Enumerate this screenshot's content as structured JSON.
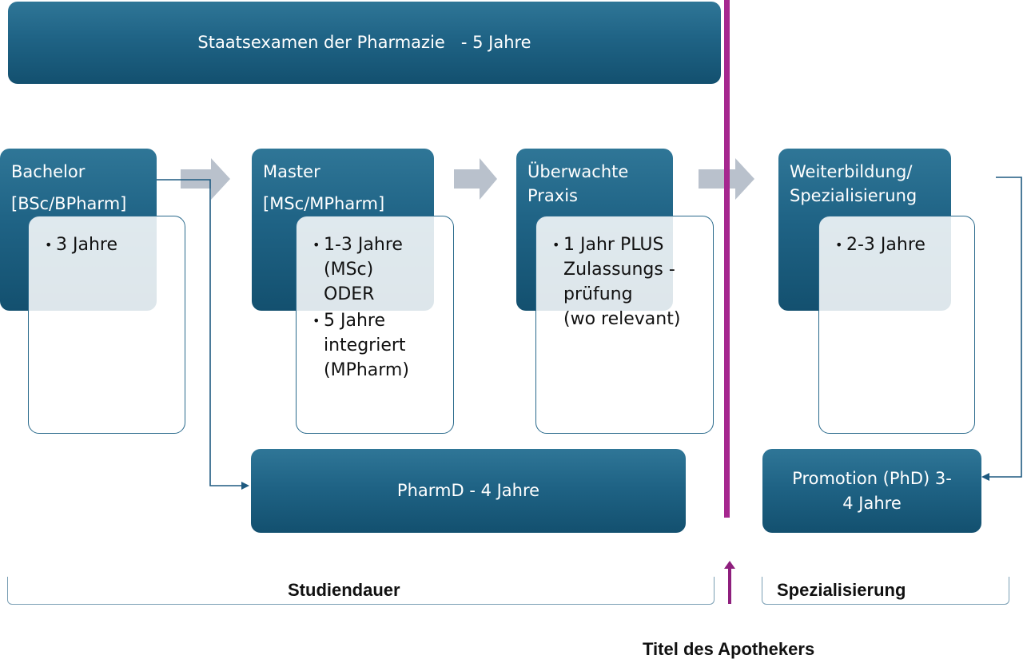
{
  "top_bar": {
    "label": "Staatsexamen der Pharmazie   - 5 Jahre"
  },
  "stages": [
    {
      "title_lines": [
        "Bachelor",
        "[BSc/BPharm]"
      ],
      "details": [
        [
          "3 Jahre"
        ]
      ]
    },
    {
      "title_lines": [
        "Master",
        "[MSc/MPharm]"
      ],
      "details": [
        [
          "1-3 Jahre",
          "(MSc)",
          "ODER"
        ],
        [
          "5 Jahre",
          "integriert",
          "(MPharm)"
        ]
      ]
    },
    {
      "title_lines": [
        "Überwachte",
        "Praxis"
      ],
      "details": [
        [
          "1 Jahr PLUS",
          "Zulassungs -",
          "prüfung",
          "(wo relevant)"
        ]
      ]
    },
    {
      "title_lines": [
        "Weiterbildung/",
        "Spezialisierung"
      ],
      "details": [
        [
          "2-3 Jahre"
        ]
      ]
    }
  ],
  "pharmd": {
    "label": "PharmD - 4 Jahre"
  },
  "promotion": {
    "line1": "Promotion (PhD) 3-",
    "line2": "4 Jahre"
  },
  "brackets": {
    "left": "Studiendauer",
    "right": "Spezialisierung"
  },
  "footer": {
    "title": "Titel des Apothekers"
  },
  "colors": {
    "box_blue": "#1f6385",
    "divider_magenta": "#a6278f",
    "arrow_gray": "#b9c1cc",
    "connector_blue": "#1e5a80"
  }
}
